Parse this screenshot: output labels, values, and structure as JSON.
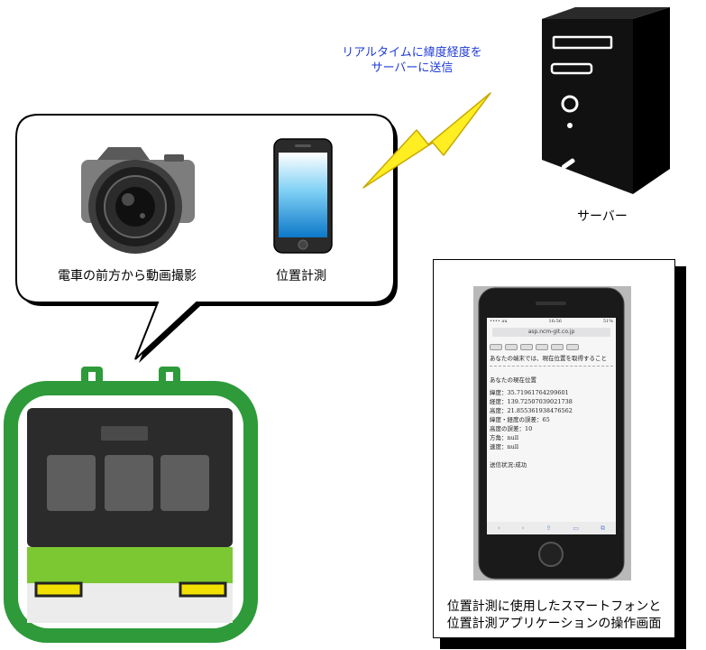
{
  "bubble": {
    "camera_label": "電車の前方から動画撮影",
    "position_label": "位置計測"
  },
  "transmission_note": {
    "line1": "リアルタイムに緯度経度を",
    "line2": "サーバーに送信"
  },
  "server": {
    "label": "サーバー"
  },
  "photo_caption": {
    "line1": "位置計測に使用したスマートフォンと",
    "line2": "位置計測アプリケーションの操作画面"
  },
  "phone_screen": {
    "status_left": "•••• au",
    "status_time": "16:56",
    "status_right": "51%",
    "url": "asp.ncm-git.co.jp",
    "intro": "あなたの端末では、現在位置を取得すること",
    "section_title": "あなたの現在位置",
    "readings": [
      "緯度：35.71961764299601",
      "経度：139.72507039021738",
      "高度：21.855361938476562",
      "緯度・経度の誤差：65",
      "高度の誤差：10",
      "方角：null",
      "速度：null"
    ],
    "send_status": "送信状況:成功"
  },
  "colors": {
    "train_green": "#2e9a3a",
    "train_lime": "#7cc832",
    "train_headlight": "#f2e000",
    "lightning_fill": "#ffee22",
    "lightning_stroke": "#c9a800",
    "note_blue": "#1f3bd6",
    "server_body": "#111111"
  },
  "icons": [
    "camera-icon",
    "smartphone-icon",
    "server-icon",
    "lightning-icon",
    "train-icon"
  ]
}
